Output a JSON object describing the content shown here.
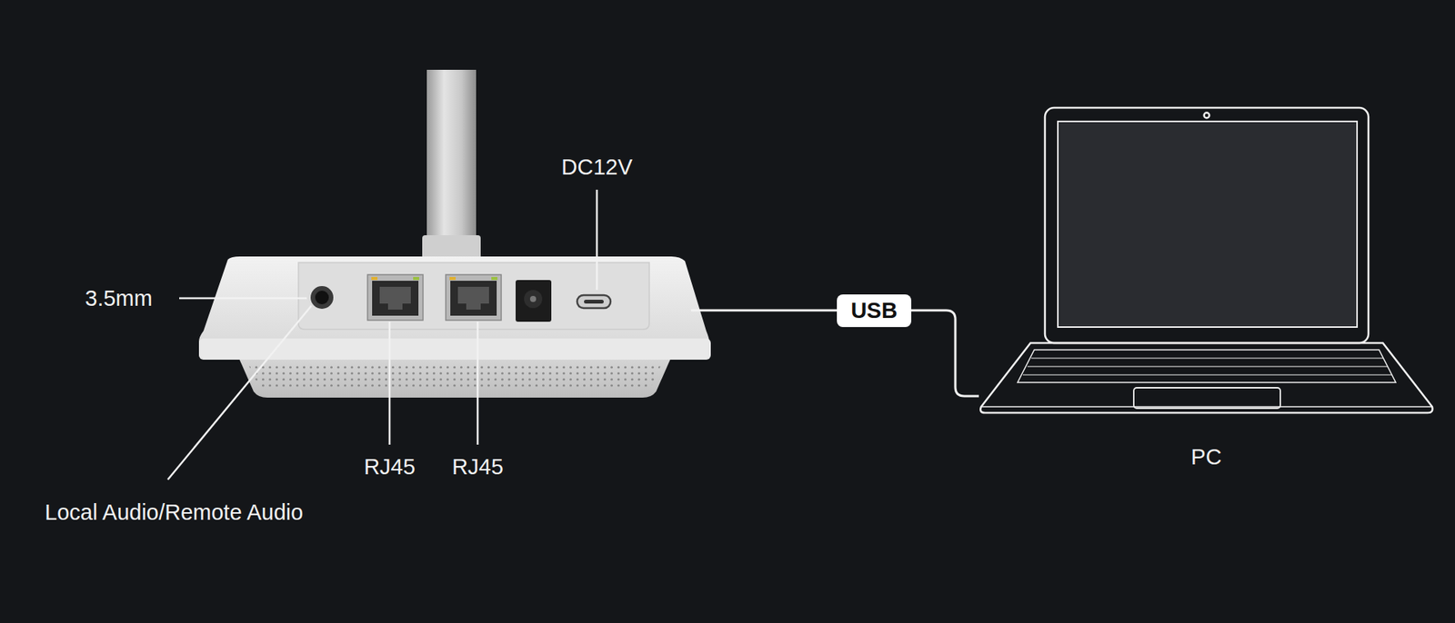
{
  "diagram": {
    "nodes": [
      {
        "text": [
          "USB"
        ]
      },
      {
        "text": [
          "PC"
        ]
      }
    ],
    "edges": [
      {
        "from": 0,
        "to": 1,
        "arrow": "none"
      }
    ],
    "labels": [
      "3.5mm",
      "DC12V",
      "RJ45",
      "RJ45",
      "Local Audio/Remote Audio"
    ]
  }
}
